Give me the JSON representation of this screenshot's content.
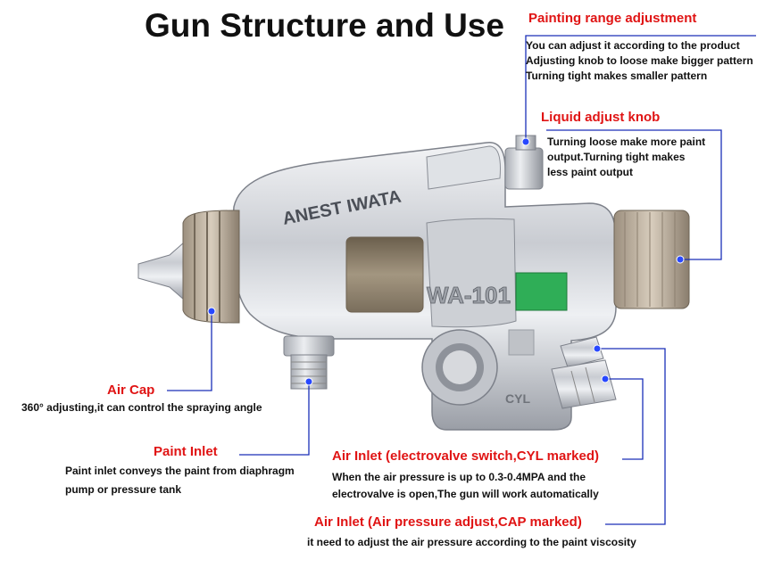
{
  "title": "Gun Structure and Use",
  "brand": "ANEST IWATA",
  "model": "WA-101",
  "body_mark": "CYL",
  "colors": {
    "label": "#e01414",
    "leader": "#1a2fb8",
    "text": "#111111"
  },
  "callouts": {
    "painting_range": {
      "label": "Painting range adjustment",
      "lines": [
        "You can adjust it according to the product",
        "Adjusting knob to loose make bigger pattern",
        "Turning tight makes smaller pattern"
      ]
    },
    "liquid_knob": {
      "label": "Liquid adjust knob",
      "lines": [
        "Turning loose make more paint",
        "output.Turning tight makes",
        "less paint output"
      ]
    },
    "air_cap": {
      "label": "Air Cap",
      "lines": [
        "360° adjusting,it can control the spraying angle"
      ]
    },
    "paint_inlet": {
      "label": "Paint Inlet",
      "lines": [
        "Paint inlet conveys the paint from  diaphragm",
        "pump or pressure tank"
      ]
    },
    "air_inlet_cyl": {
      "label": "Air Inlet (electrovalve switch,CYL marked)",
      "lines": [
        "When the air pressure  is up to 0.3-0.4MPA and the",
        "electrovalve is open,The gun will work automatically"
      ]
    },
    "air_inlet_cap": {
      "label": "Air Inlet (Air pressure adjust,CAP marked)",
      "lines": [
        "it need to adjust the air pressure according to the paint viscosity"
      ]
    }
  }
}
